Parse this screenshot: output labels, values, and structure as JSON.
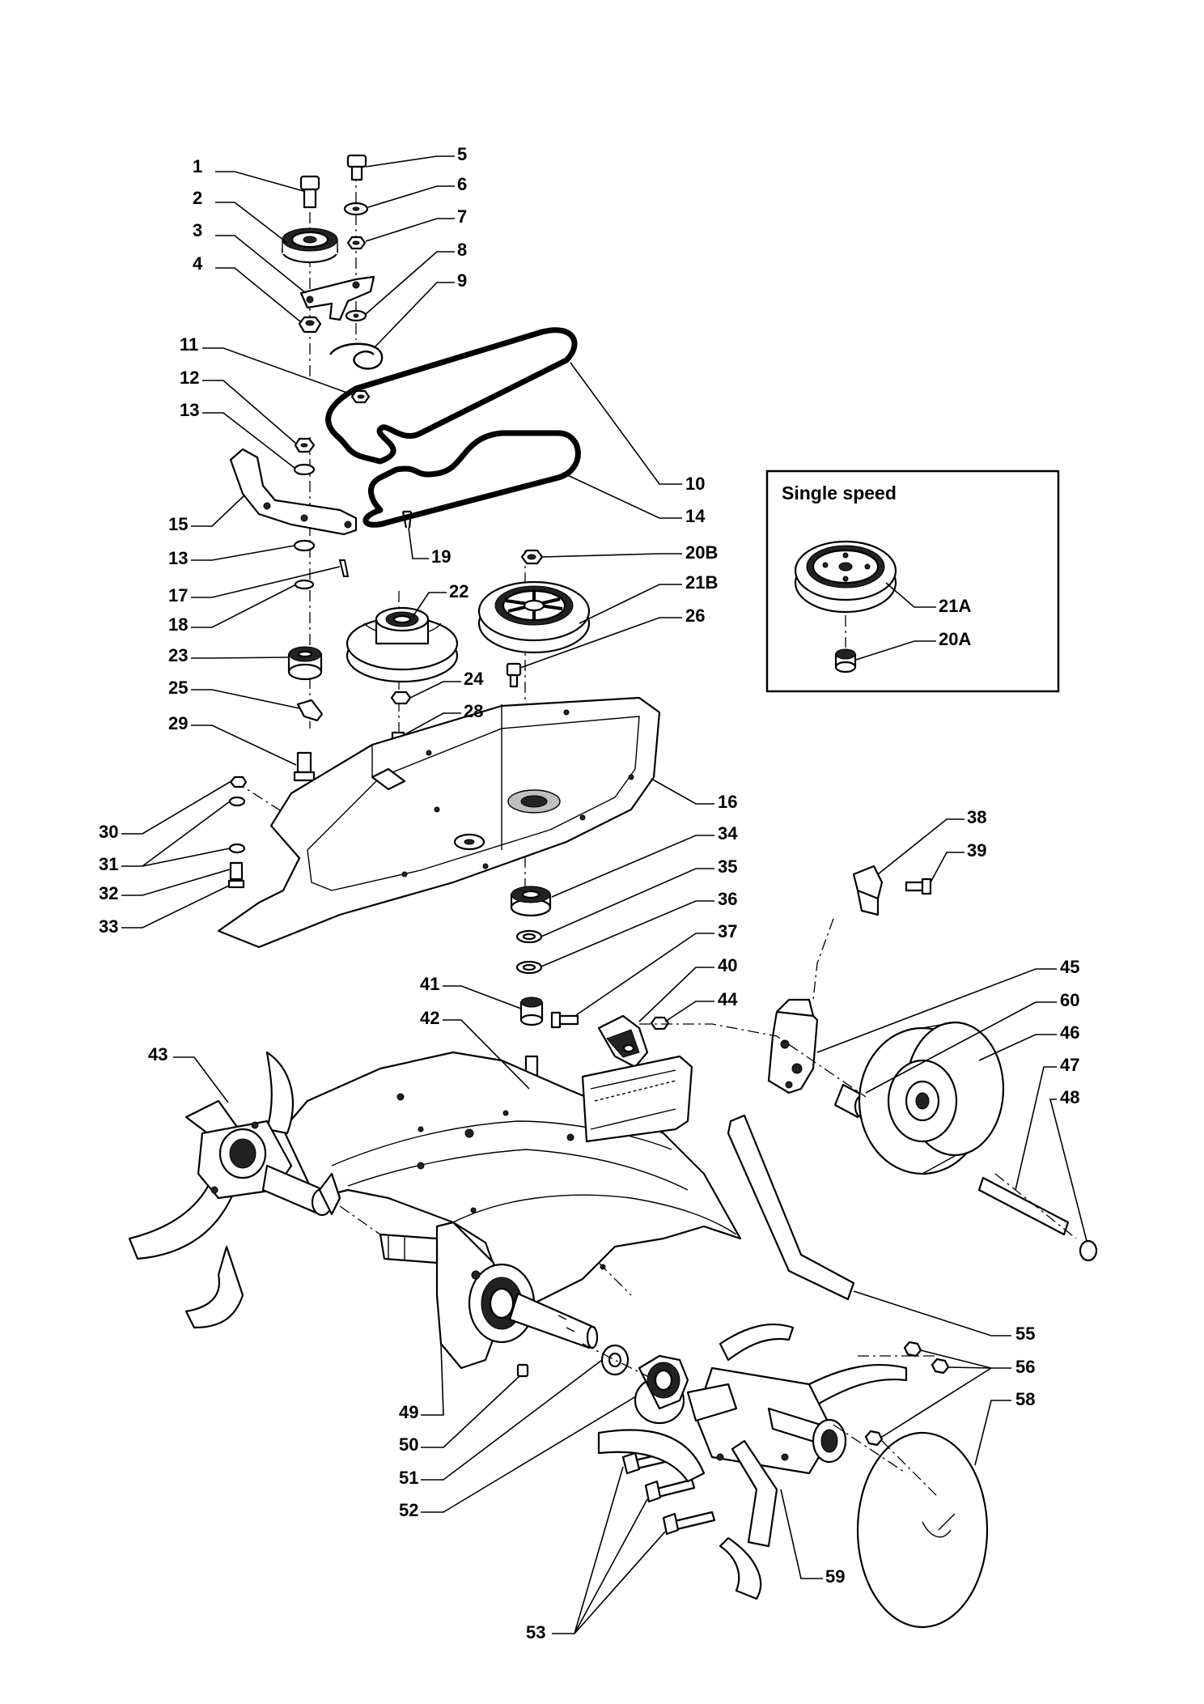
{
  "inset": {
    "title": "Single speed",
    "labels": [
      "21A",
      "20A"
    ]
  },
  "callouts": [
    {
      "id": "1",
      "label": "1"
    },
    {
      "id": "2",
      "label": "2"
    },
    {
      "id": "3",
      "label": "3"
    },
    {
      "id": "4",
      "label": "4"
    },
    {
      "id": "5",
      "label": "5"
    },
    {
      "id": "6",
      "label": "6"
    },
    {
      "id": "7",
      "label": "7"
    },
    {
      "id": "8",
      "label": "8"
    },
    {
      "id": "9",
      "label": "9"
    },
    {
      "id": "10",
      "label": "10"
    },
    {
      "id": "11",
      "label": "11"
    },
    {
      "id": "12",
      "label": "12"
    },
    {
      "id": "13a",
      "label": "13"
    },
    {
      "id": "14",
      "label": "14"
    },
    {
      "id": "15",
      "label": "15"
    },
    {
      "id": "13b",
      "label": "13"
    },
    {
      "id": "17",
      "label": "17"
    },
    {
      "id": "18",
      "label": "18"
    },
    {
      "id": "19",
      "label": "19"
    },
    {
      "id": "20B",
      "label": "20B"
    },
    {
      "id": "21B",
      "label": "21B"
    },
    {
      "id": "22",
      "label": "22"
    },
    {
      "id": "23",
      "label": "23"
    },
    {
      "id": "24",
      "label": "24"
    },
    {
      "id": "25",
      "label": "25"
    },
    {
      "id": "26",
      "label": "26"
    },
    {
      "id": "28",
      "label": "28"
    },
    {
      "id": "29",
      "label": "29"
    },
    {
      "id": "16",
      "label": "16"
    },
    {
      "id": "30",
      "label": "30"
    },
    {
      "id": "31",
      "label": "31"
    },
    {
      "id": "32",
      "label": "32"
    },
    {
      "id": "33",
      "label": "33"
    },
    {
      "id": "34",
      "label": "34"
    },
    {
      "id": "35",
      "label": "35"
    },
    {
      "id": "36",
      "label": "36"
    },
    {
      "id": "37",
      "label": "37"
    },
    {
      "id": "38",
      "label": "38"
    },
    {
      "id": "39",
      "label": "39"
    },
    {
      "id": "40",
      "label": "40"
    },
    {
      "id": "41",
      "label": "41"
    },
    {
      "id": "42",
      "label": "42"
    },
    {
      "id": "43",
      "label": "43"
    },
    {
      "id": "44",
      "label": "44"
    },
    {
      "id": "45",
      "label": "45"
    },
    {
      "id": "60",
      "label": "60"
    },
    {
      "id": "46",
      "label": "46"
    },
    {
      "id": "47",
      "label": "47"
    },
    {
      "id": "48",
      "label": "48"
    },
    {
      "id": "55",
      "label": "55"
    },
    {
      "id": "56",
      "label": "56"
    },
    {
      "id": "58",
      "label": "58"
    },
    {
      "id": "49",
      "label": "49"
    },
    {
      "id": "50",
      "label": "50"
    },
    {
      "id": "51",
      "label": "51"
    },
    {
      "id": "52",
      "label": "52"
    },
    {
      "id": "53",
      "label": "53"
    },
    {
      "id": "59",
      "label": "59"
    }
  ]
}
